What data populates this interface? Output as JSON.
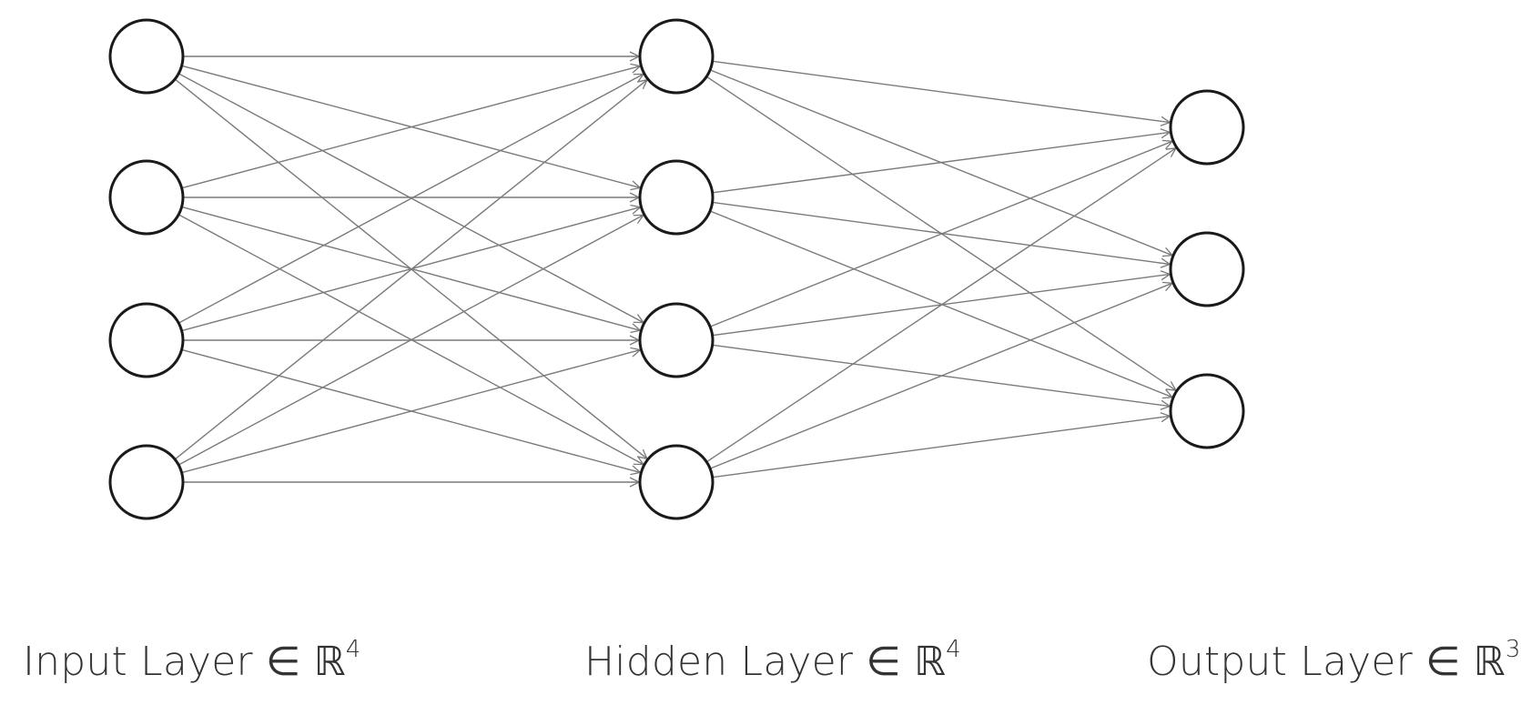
{
  "layers": [
    {
      "id": "input",
      "label": "Input Layer ∈ ℝ",
      "dim": "4",
      "nodes": 4
    },
    {
      "id": "hidden",
      "label": "Hidden Layer ∈ ℝ",
      "dim": "4",
      "nodes": 4
    },
    {
      "id": "output",
      "label": "Output Layer ∈ ℝ",
      "dim": "3",
      "nodes": 3
    }
  ],
  "connectivity": "fully-connected",
  "colors": {
    "edge": "#7a7a7a",
    "node_stroke": "#1a1a1a",
    "node_fill": "#ffffff",
    "label_text": "#333333"
  }
}
